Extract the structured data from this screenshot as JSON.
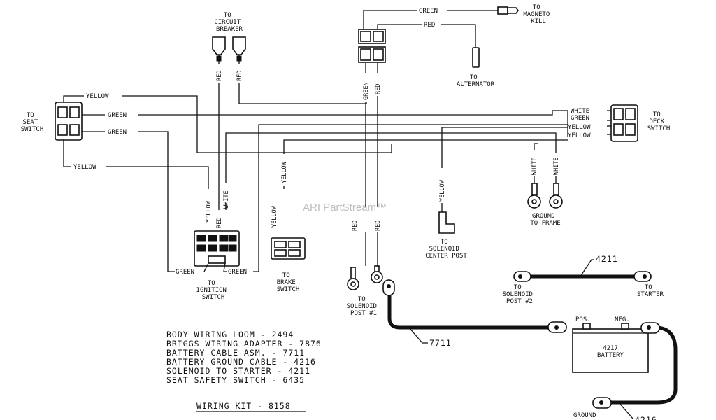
{
  "watermark": "ARI PartStream™",
  "destinations": {
    "seat_switch": [
      "TO",
      "SEAT",
      "SWITCH"
    ],
    "circuit_breaker": [
      "TO",
      "CIRCUIT",
      "BREAKER"
    ],
    "magneto_kill": [
      "TO",
      "MAGNETO",
      "KILL"
    ],
    "alternator": [
      "TO",
      "ALTERNATOR"
    ],
    "deck_switch": [
      "TO",
      "DECK",
      "SWITCH"
    ],
    "ignition_switch": [
      "TO",
      "IGNITION",
      "SWITCH"
    ],
    "brake_switch": [
      "TO",
      "BRAKE",
      "SWITCH"
    ],
    "solenoid_post_1": [
      "TO",
      "SOLENOID",
      "POST #1"
    ],
    "solenoid_center_post": [
      "TO",
      "SOLENOID",
      "CENTER POST"
    ],
    "ground_to_frame": [
      "GROUND",
      "TO FRAME"
    ],
    "solenoid_post_2": [
      "TO",
      "SOLENOID",
      "POST #2"
    ],
    "starter": [
      "TO",
      "STARTER"
    ],
    "ground": "GROUND"
  },
  "wire_labels": {
    "yellow": "YELLOW",
    "green": "GREEN",
    "red": "RED",
    "white": "WHITE"
  },
  "battery": {
    "pos": "POS.",
    "neg": "NEG.",
    "number": "4217",
    "name": "BATTERY"
  },
  "callouts": {
    "cable_4211": "4211",
    "cable_7711": "7711",
    "cable_4216_partial": "4216"
  },
  "parts_list": [
    "BODY WIRING LOOM - 2494",
    "BRIGGS WIRING ADAPTER - 7876",
    "BATTERY CABLE ASM. - 7711",
    "BATTERY GROUND CABLE - 4216",
    "SOLENOID TO STARTER - 4211",
    "SEAT SAFETY SWITCH - 6435"
  ],
  "kit_title": "WIRING KIT - 8158"
}
